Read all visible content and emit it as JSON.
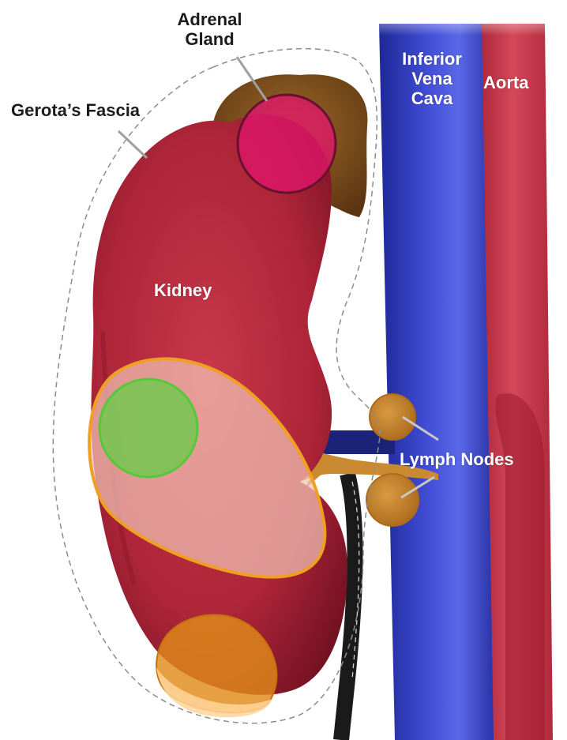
{
  "labels": {
    "adrenal_gland": [
      "Adrenal",
      "Gland"
    ],
    "gerotas_fascia": "Gerota’s Fascia",
    "inferior_vena_cava": [
      "Inferior",
      "Vena",
      "Cava"
    ],
    "aorta": "Aorta",
    "kidney": "Kidney",
    "lymph_nodes": "Lymph Nodes"
  },
  "colors": {
    "kidney": "#b3283b",
    "kidney_dark": "#7d1426",
    "adrenal": "#8a5a24",
    "adrenal_marker": "#e0166a",
    "vena_cava": "#3a45c8",
    "aorta": "#c73848",
    "tumor_outline": "#f0a020",
    "tumor_fill": "#f2c4b6",
    "green_marker": "#6acc4a",
    "lower_pole_marker": "#e08a1a",
    "lymph_node": "#c88a2e",
    "fascia_line": "#9a9a9a"
  }
}
